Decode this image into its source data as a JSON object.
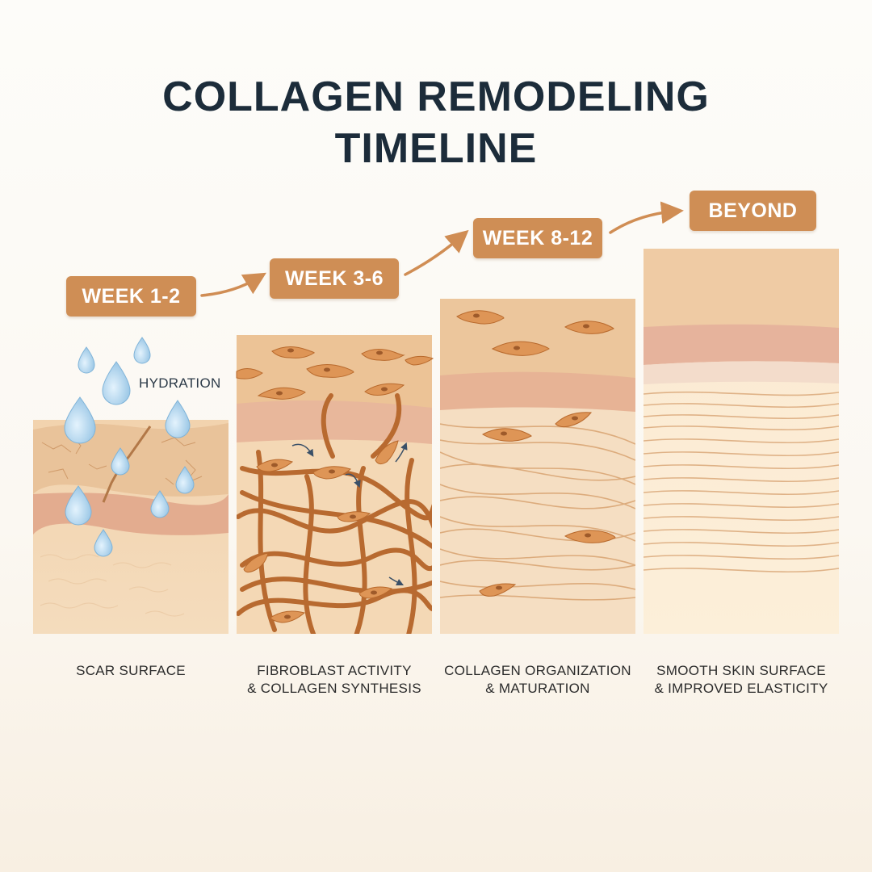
{
  "title": {
    "line1": "COLLAGEN REMODELING",
    "line2": "TIMELINE"
  },
  "stages": [
    {
      "badge": "WEEK 1-2",
      "caption_line1": "SCAR SURFACE",
      "caption_line2": ""
    },
    {
      "badge": "WEEK 3-6",
      "caption_line1": "FIBROBLAST ACTIVITY",
      "caption_line2": "& COLLAGEN SYNTHESIS"
    },
    {
      "badge": "WEEK 8-12",
      "caption_line1": "COLLAGEN ORGANIZATION",
      "caption_line2": "& MATURATION"
    },
    {
      "badge": "BEYOND",
      "caption_line1": "SMOOTH SKIN SURFACE",
      "caption_line2": "& IMPROVED ELASTICITY"
    }
  ],
  "hydration_label": "HYDRATION",
  "colors": {
    "title": "#1c2c3a",
    "badge": "#cf8e55",
    "skin_top": "#e9bf92",
    "skin_pink": "#e2a98e",
    "fiber": "#b86a30",
    "fibroblast": "#de9556",
    "droplet": "#9cc9e8"
  },
  "icons": [
    "water-droplet-icon",
    "fibroblast-cell-icon",
    "arrow-right-icon"
  ]
}
